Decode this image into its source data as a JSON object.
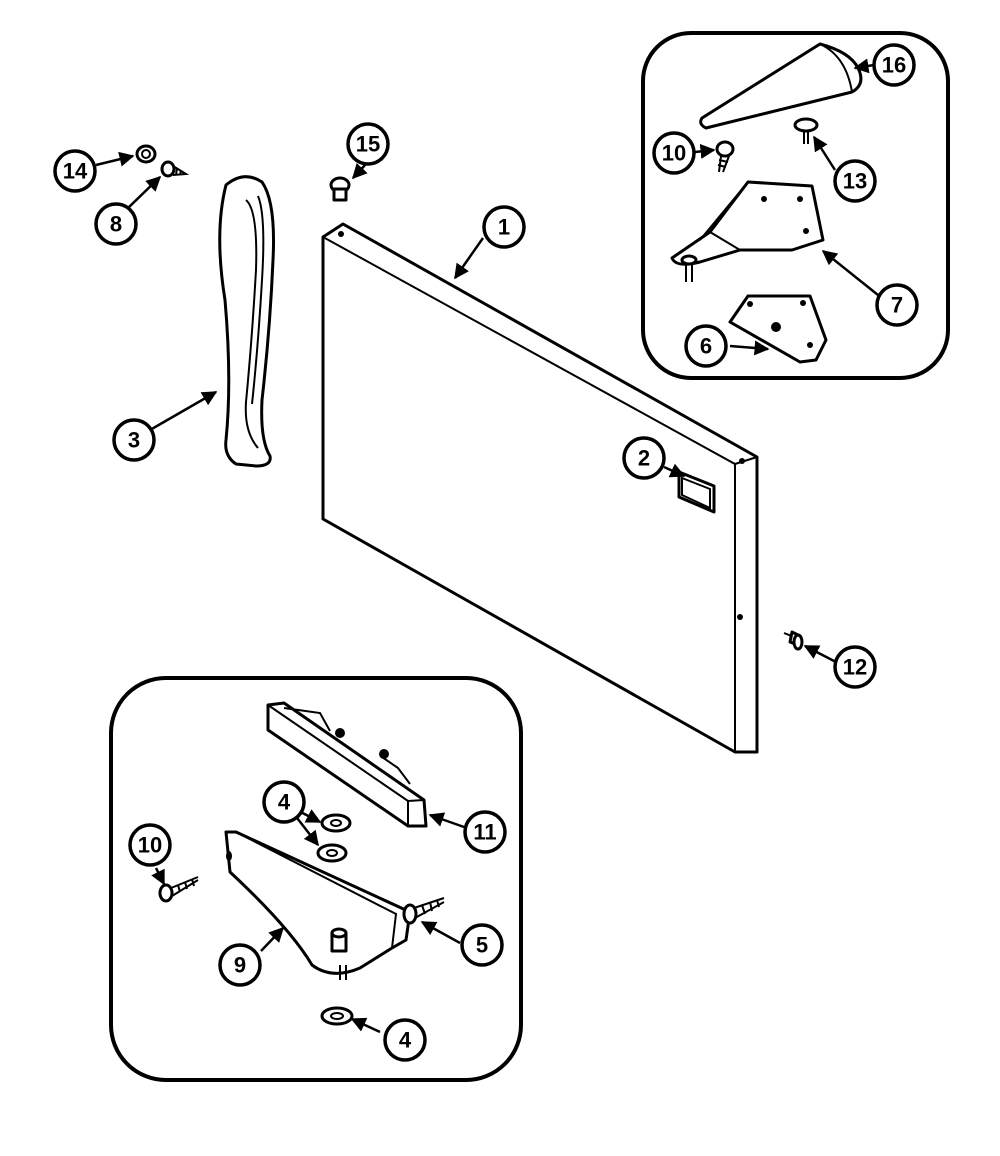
{
  "colors": {
    "line": "#000000",
    "background": "#ffffff"
  },
  "callouts": [
    {
      "id": "c1",
      "label": "1"
    },
    {
      "id": "c2",
      "label": "2"
    },
    {
      "id": "c3",
      "label": "3"
    },
    {
      "id": "c4a",
      "label": "4"
    },
    {
      "id": "c4b",
      "label": "4"
    },
    {
      "id": "c5",
      "label": "5"
    },
    {
      "id": "c6",
      "label": "6"
    },
    {
      "id": "c7",
      "label": "7"
    },
    {
      "id": "c8",
      "label": "8"
    },
    {
      "id": "c9",
      "label": "9"
    },
    {
      "id": "c10a",
      "label": "10"
    },
    {
      "id": "c10b",
      "label": "10"
    },
    {
      "id": "c11",
      "label": "11"
    },
    {
      "id": "c12",
      "label": "12"
    },
    {
      "id": "c13",
      "label": "13"
    },
    {
      "id": "c14",
      "label": "14"
    },
    {
      "id": "c15",
      "label": "15"
    },
    {
      "id": "c16",
      "label": "16"
    }
  ]
}
